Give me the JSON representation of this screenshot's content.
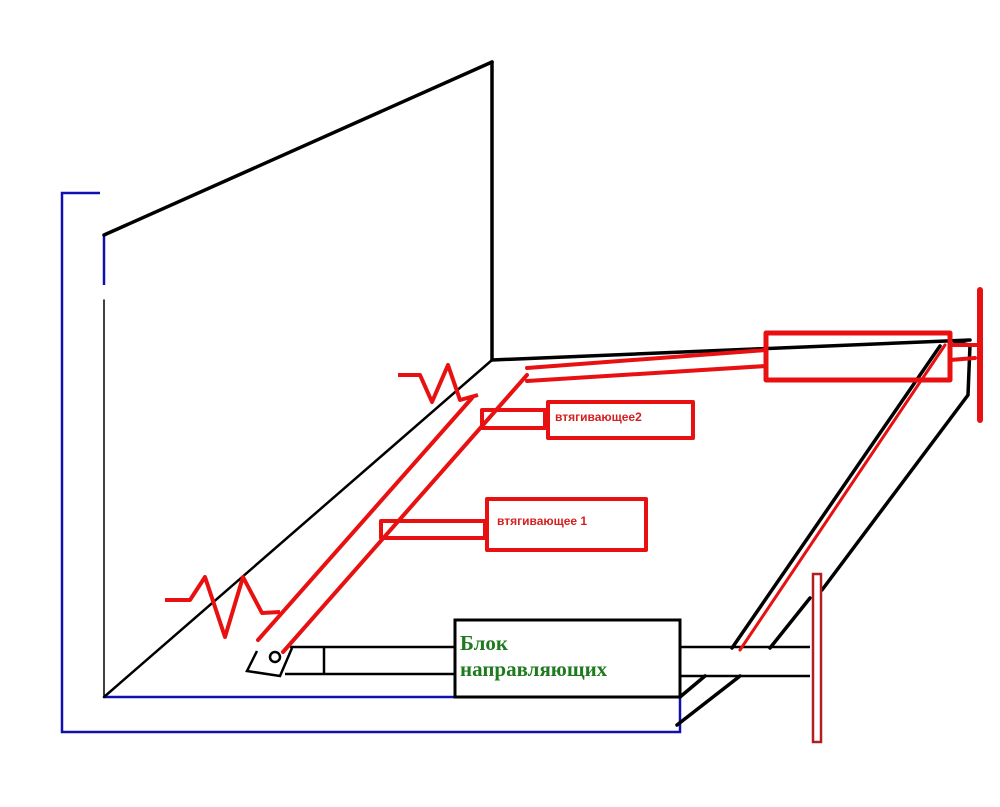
{
  "labels": {
    "pull_in_2": "втягивающее2",
    "pull_in_1": "втягивающее 1",
    "guide_block_line1": "Блок",
    "guide_block_line2": "направляющих"
  },
  "colors": {
    "frame": "#000000",
    "outline": "#1010b0",
    "mechanism": "#e81010",
    "dark_red": "#b02020",
    "guide_text": "#1f7a1f"
  }
}
